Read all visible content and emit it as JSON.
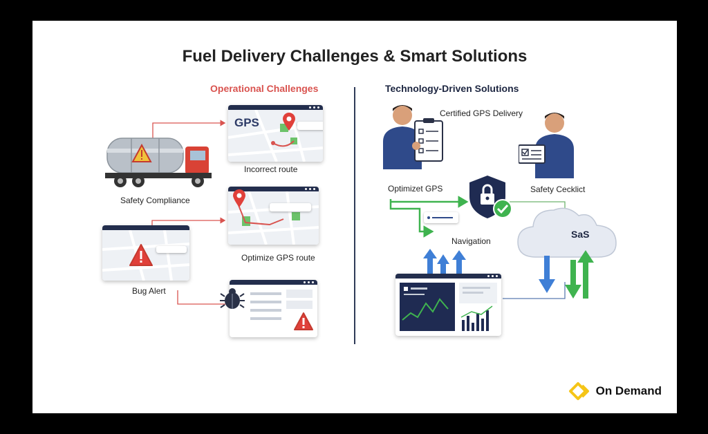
{
  "title": "Fuel Delivery Challenges & Smart Solutions",
  "left": {
    "heading": "Operational Challenges",
    "items": {
      "safety_compliance": "Safety Compliance",
      "incorrect_route": "Incorrect route",
      "optimize_gps_route": "Optimize GPS route",
      "bug_alert": "Bug Alert",
      "gps_window_text": "GPS"
    }
  },
  "right": {
    "heading": "Technology-Driven Solutions",
    "items": {
      "certified_gps_delivery": "Certified GPS Delivery",
      "optimizet_gps": "Optimizet GPS",
      "safety_checklist": "Safety Cecklict",
      "navigation": "Navigation",
      "cloud_text": "SaS"
    }
  },
  "brand": {
    "name": "On Demand"
  },
  "colors": {
    "accent_red": "#d9534f",
    "navy": "#232e4d",
    "green": "#3fb34f",
    "blue": "#3f7fd6",
    "brand_yellow": "#f5c518"
  },
  "icons": [
    "fuel-truck-icon",
    "warning-icon",
    "map-pin-icon",
    "bug-icon",
    "padlock-shield-icon",
    "checkmark-icon",
    "clipboard-checklist-icon",
    "cloud-icon",
    "arrow-up-icon",
    "arrow-down-icon",
    "dashboard-chart-icon",
    "person-icon",
    "on-demand-logo-icon"
  ]
}
